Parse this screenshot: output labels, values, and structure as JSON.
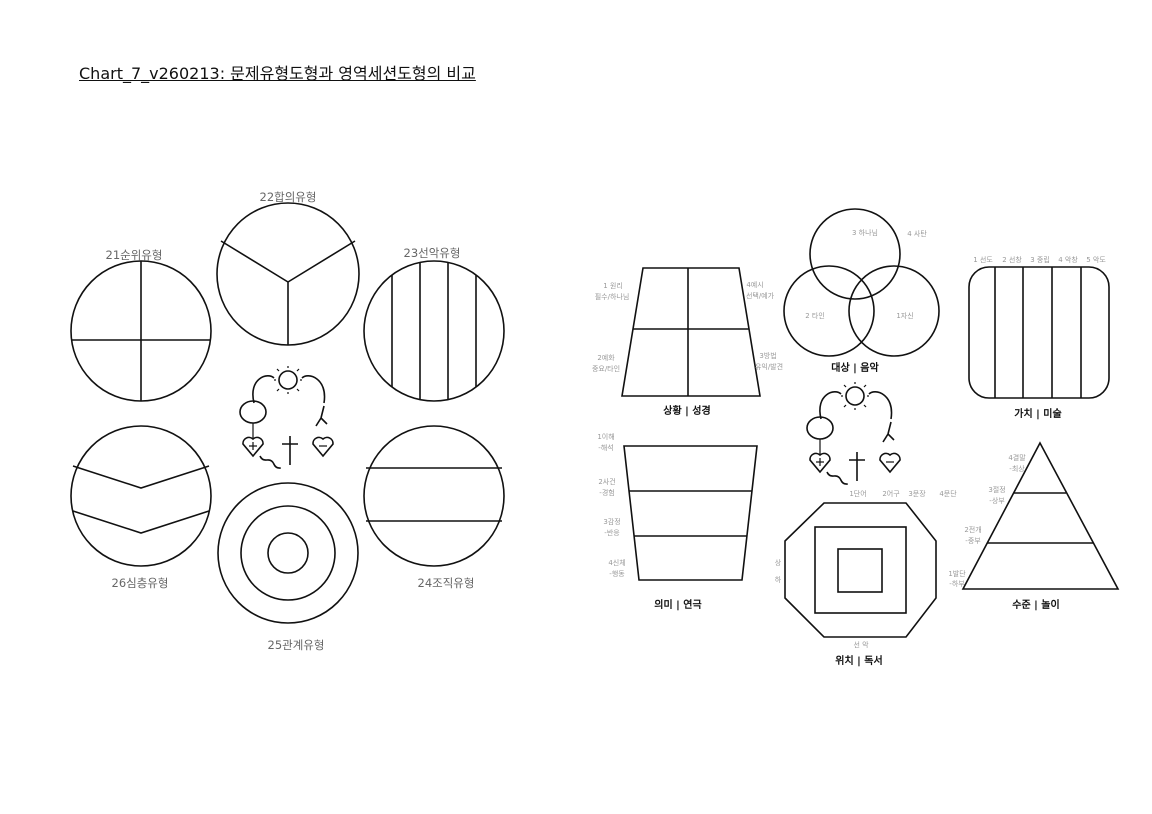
{
  "title": "Chart_7_v260213: 문제유형도형과 영역세션도형의 비교",
  "problem_types": {
    "t21": "21순위유형",
    "t22": "22합의유형",
    "t23": "23선악유형",
    "t24": "24조직유형",
    "t25": "25관계유형",
    "t26": "26심층유형"
  },
  "domains": {
    "situation": {
      "caption": "상황 | 성경",
      "labels": [
        "1 원리",
        "필수/하나님",
        "2예화",
        "중요/타인",
        "3방법",
        "유익/발견",
        "4예시",
        "선택/예가"
      ]
    },
    "object": {
      "caption": "대상 | 음악",
      "labels": [
        "1자신",
        "2 타인",
        "3 하나님",
        "4 사탄"
      ]
    },
    "value": {
      "caption": "가치 | 미술",
      "labels": [
        "1 선도",
        "2 선창",
        "3 중립",
        "4 악창",
        "5 악도"
      ]
    },
    "meaning": {
      "caption": "의미 | 연극",
      "labels": [
        "1이해",
        "-해석",
        "2사건",
        "-경험",
        "3감정",
        "-반응",
        "4신체",
        "-행동"
      ]
    },
    "position": {
      "caption": "위치 | 독서",
      "top_labels": [
        "1단어",
        "2어구",
        "3문장",
        "4문단"
      ],
      "side_labels": [
        "상",
        "하"
      ],
      "bottom_label": "선 악"
    },
    "level": {
      "caption": "수준 | 놀이",
      "labels": [
        "4결말",
        "-최상",
        "3절정",
        "-상부",
        "2전개",
        "-중부",
        "1발단",
        "-하부"
      ]
    }
  },
  "icon": "cycle-diagram-sun-tree-hearts-cross"
}
